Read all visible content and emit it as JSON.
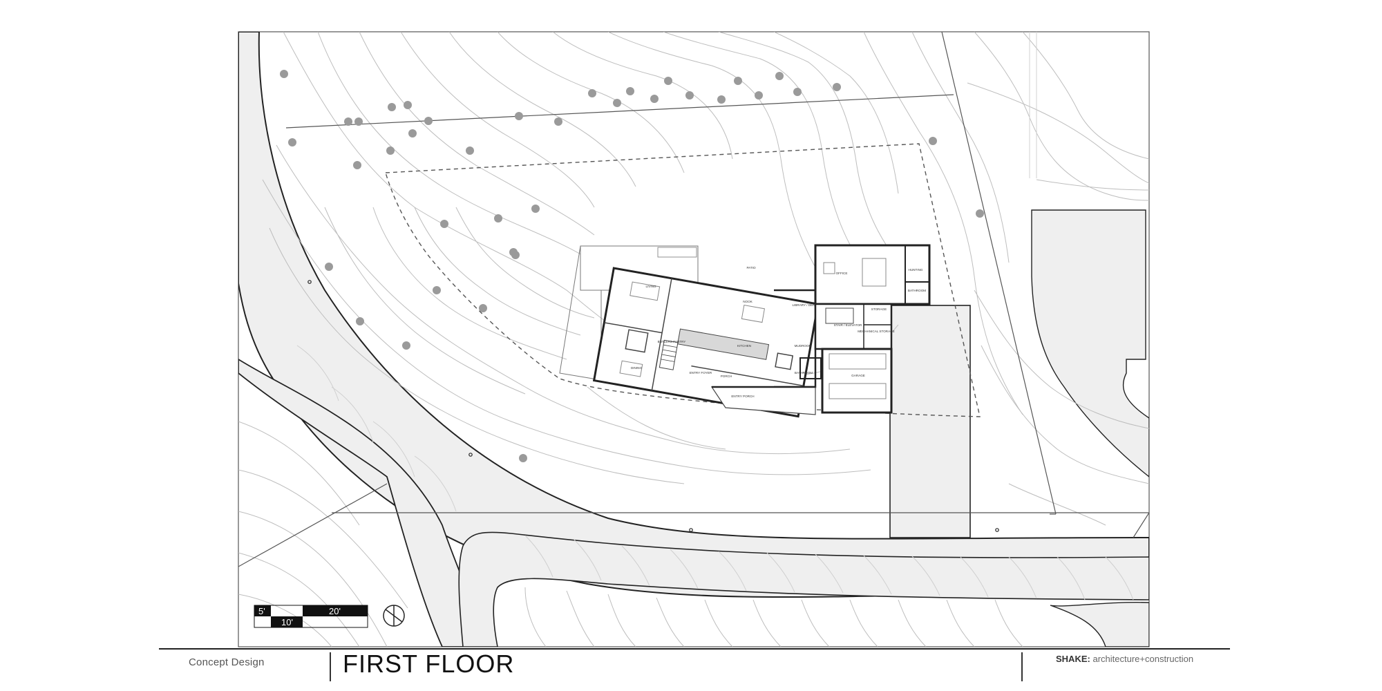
{
  "title_block": {
    "status": "Concept Design",
    "sheet_title": "FIRST FLOOR",
    "firm_name": "SHAKE:",
    "firm_tagline": "architecture+construction"
  },
  "scale_bar": {
    "labels": [
      "5'",
      "10'",
      "20'"
    ]
  },
  "rooms": {
    "patio": "PATIO",
    "office": "OFFICE",
    "hunting": "HUNTING",
    "bathroom_upper": "BATHROOM",
    "nook": "NOOK",
    "library_den": "LIBRARY / DEN",
    "living": "LIVING",
    "storage": "STORAGE",
    "stair": "STAIR / ELEVATOR",
    "mechanical_storage": "MECHANICAL STORAGE",
    "butlers_pantry": "BUTLERS PANTRY",
    "kitchen": "KITCHEN",
    "mudroom": "MUDROOM",
    "dining": "DINING",
    "entry_foyer": "ENTRY FOYER",
    "porch": "PORCH",
    "bathroom_lower": "BATHROOM",
    "garage": "GARAGE",
    "entry_porch": "ENTRY PORCH"
  },
  "colors": {
    "line": "#222222",
    "contour": "#bdbdbd",
    "road": "#efefef",
    "tree": "#9a9a9a"
  },
  "icons": [
    "north-arrow-icon"
  ]
}
